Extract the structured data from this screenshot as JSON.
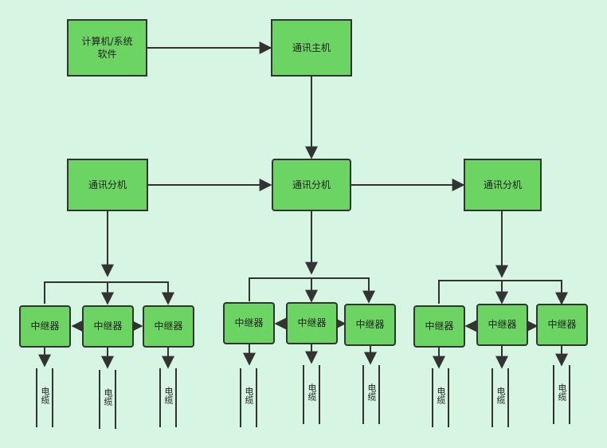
{
  "nodes": {
    "computer": "计算机/系统\n软件",
    "host": "通讯主机",
    "branch_left": "通讯分机",
    "branch_center": "通讯分机",
    "branch_right": "通讯分机"
  },
  "repeater_label": "中继器",
  "cable_label": "电缆"
}
